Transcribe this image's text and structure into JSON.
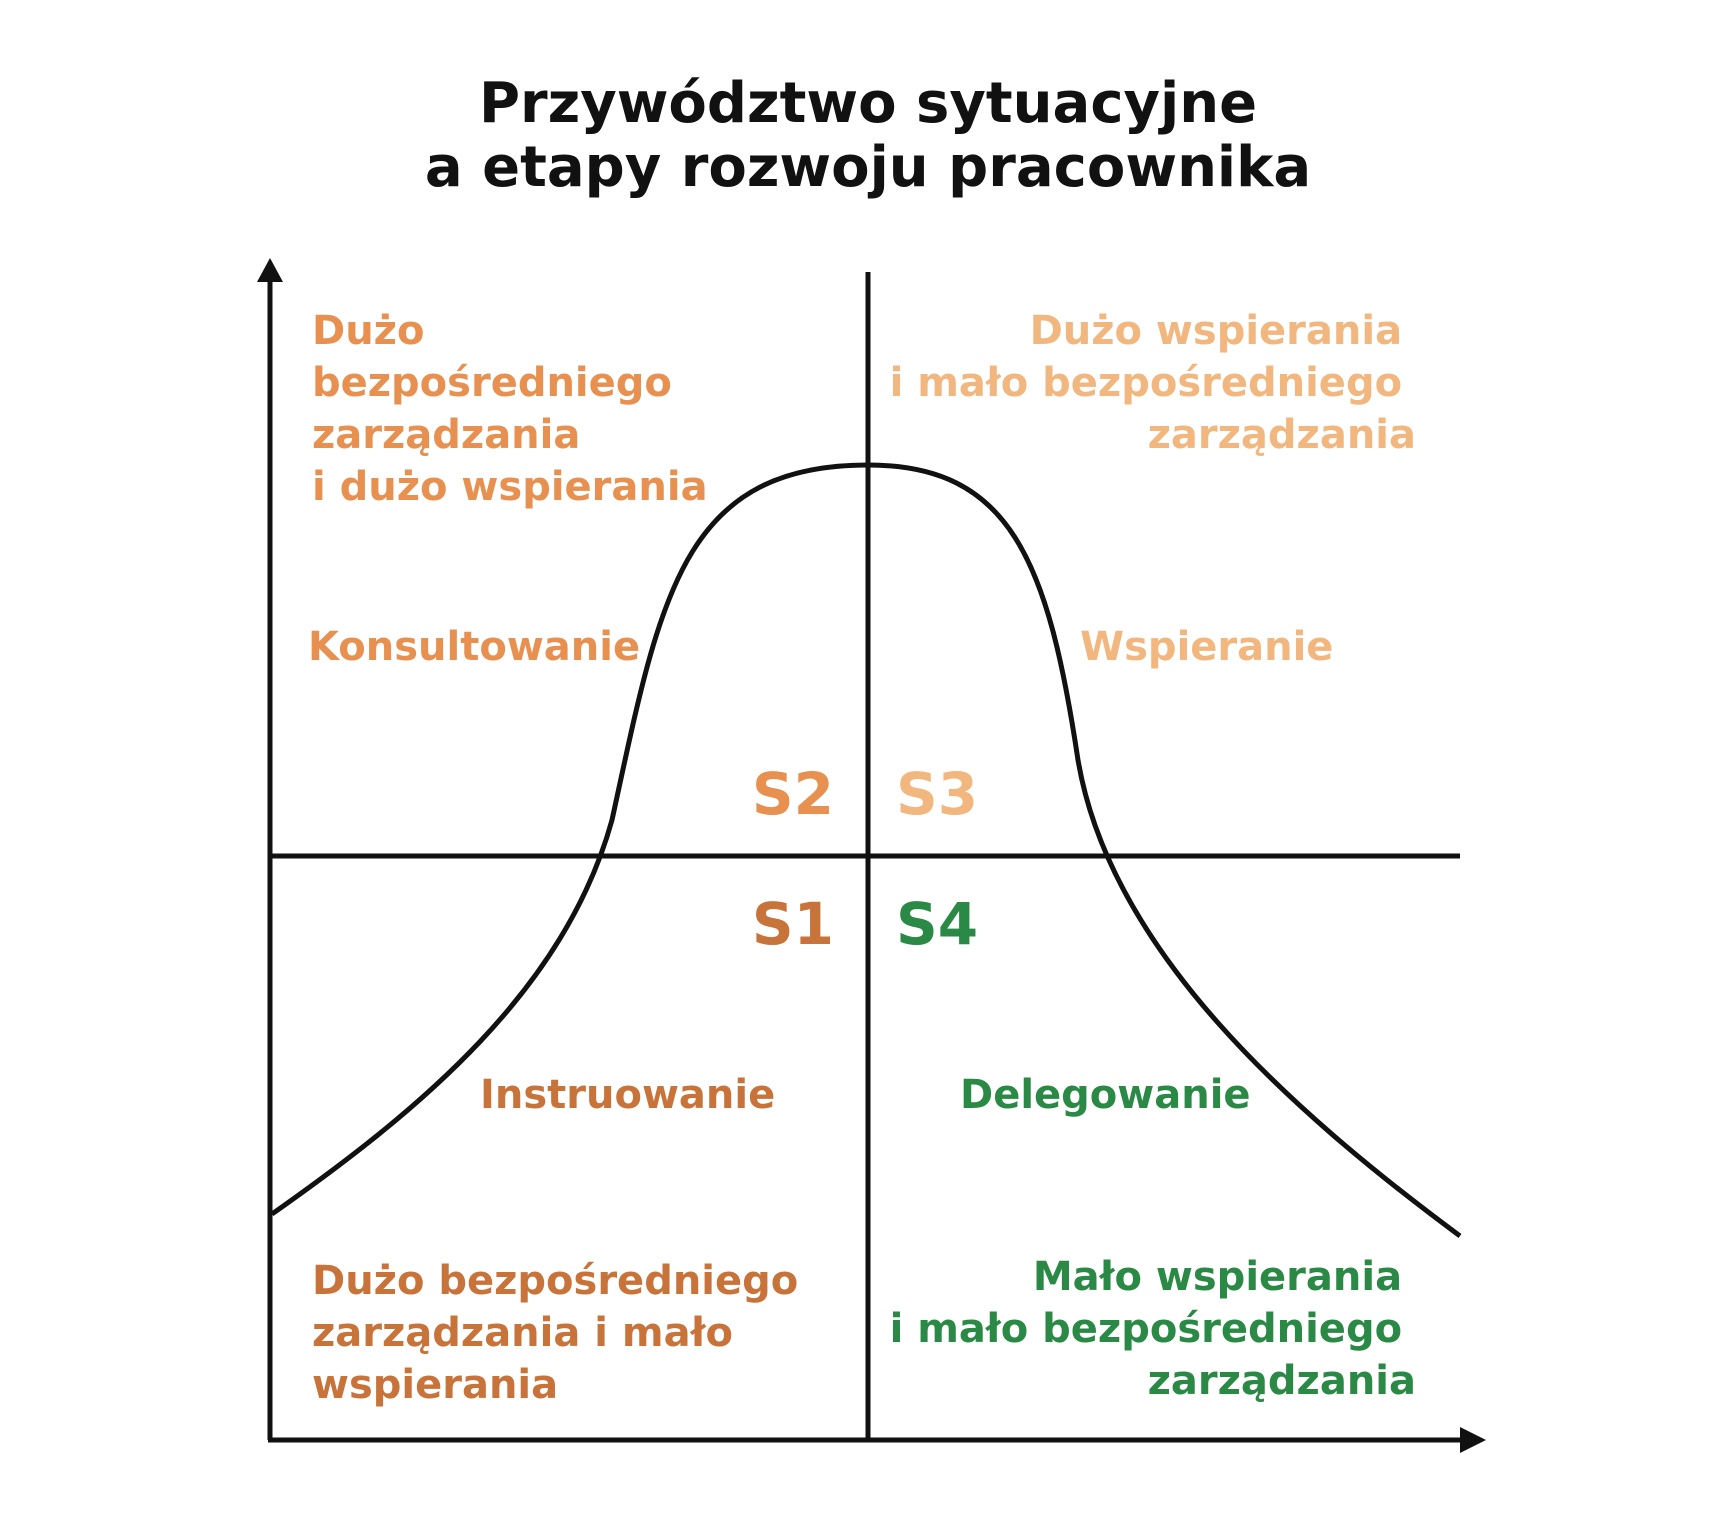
{
  "title": {
    "line1": "Przywództwo sytuacyjne",
    "line2": "a etapy rozwoju pracownika"
  },
  "colors": {
    "s1": "#c8733a",
    "s2": "#e8904f",
    "s3": "#f2b77e",
    "s4": "#2a8a45",
    "lines": "#111111"
  },
  "quadrants": {
    "s2": {
      "stage": "S2",
      "style": "Konsultowanie",
      "description": [
        "Dużo",
        "bezpośredniego",
        "zarządzania",
        "i dużo wspierania"
      ]
    },
    "s3": {
      "stage": "S3",
      "style": "Wspieranie",
      "description": [
        "Dużo wspierania",
        "i mało bezpośredniego",
        "zarządzania"
      ]
    },
    "s1": {
      "stage": "S1",
      "style": "Instruowanie",
      "description": [
        "Dużo bezpośredniego",
        "zarządzania i mało",
        "wspierania"
      ]
    },
    "s4": {
      "stage": "S4",
      "style": "Delegowanie",
      "description": [
        "Mało wspierania",
        "i mało bezpośredniego",
        "zarządzania"
      ]
    }
  }
}
